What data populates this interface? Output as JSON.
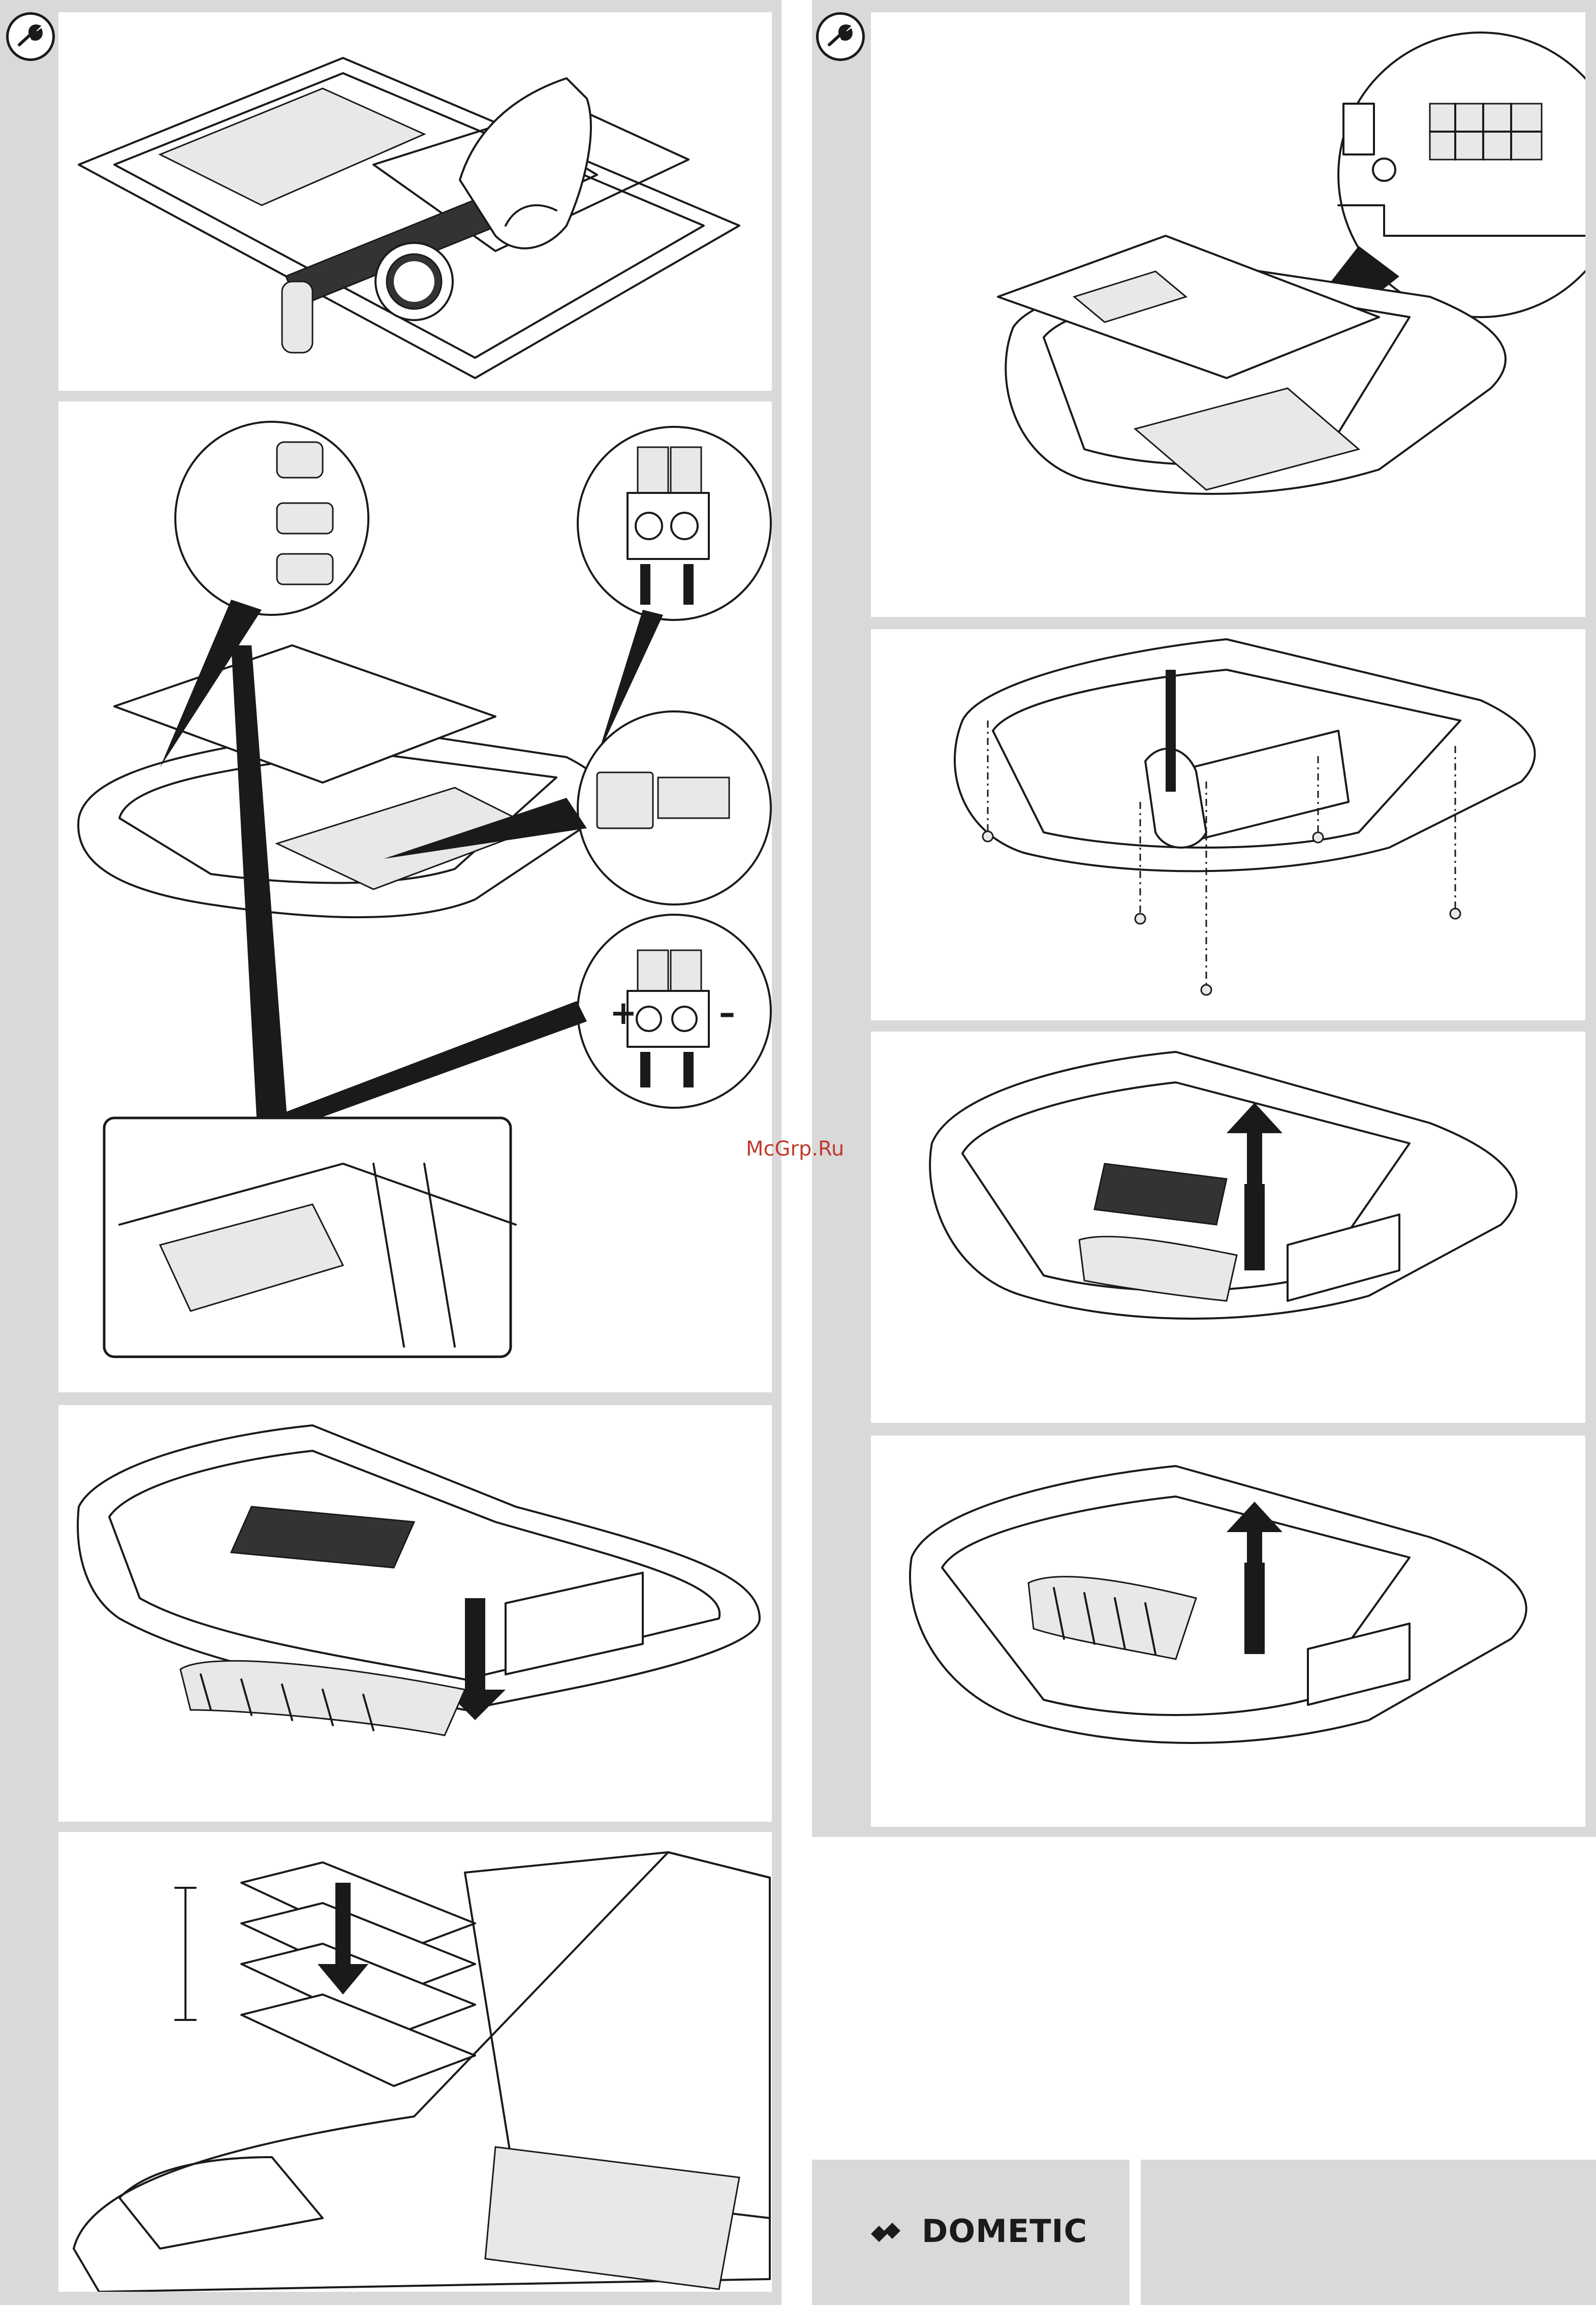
{
  "watermark": "McGrp.Ru",
  "brand": {
    "name": "DOMETIC"
  },
  "icons": {
    "section": "wrench-icon"
  },
  "panels": [
    {
      "id": "mount-torque",
      "description": ""
    },
    {
      "id": "cable-connect",
      "polarity_plus": "+",
      "polarity_minus": "–"
    },
    {
      "id": "insert-filter"
    },
    {
      "id": "filter-stack"
    },
    {
      "id": "control-board-detail"
    },
    {
      "id": "remove-screws"
    },
    {
      "id": "lift-filter"
    },
    {
      "id": "lift-grille"
    }
  ]
}
